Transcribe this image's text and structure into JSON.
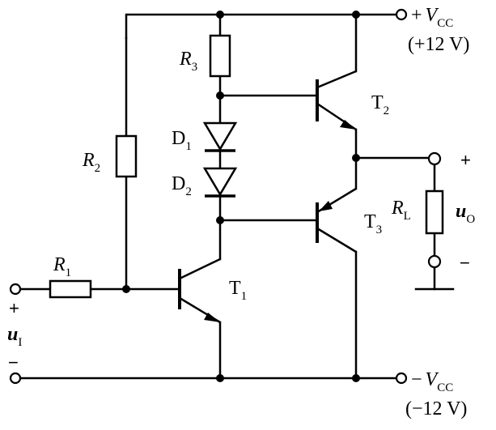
{
  "components": {
    "R1": {
      "letter": "R",
      "sub": "1"
    },
    "R2": {
      "letter": "R",
      "sub": "2"
    },
    "R3": {
      "letter": "R",
      "sub": "3"
    },
    "RL": {
      "letter": "R",
      "sub": "L"
    },
    "D1": {
      "letter": "D",
      "sub": "1"
    },
    "D2": {
      "letter": "D",
      "sub": "2"
    },
    "T1": {
      "letter": "T",
      "sub": "1"
    },
    "T2": {
      "letter": "T",
      "sub": "2"
    },
    "T3": {
      "letter": "T",
      "sub": "3"
    }
  },
  "supply_pos": {
    "sign": "+",
    "letter": "V",
    "sub": "CC",
    "value": "(+12 V)"
  },
  "supply_neg": {
    "sign": "−",
    "letter": "V",
    "sub": "CC",
    "value": "(−12 V)"
  },
  "input": {
    "plus": "+",
    "letter": "u",
    "sub": "I",
    "minus": "−"
  },
  "output": {
    "plus": "+",
    "letter": "u",
    "sub": "O",
    "minus": "−"
  }
}
